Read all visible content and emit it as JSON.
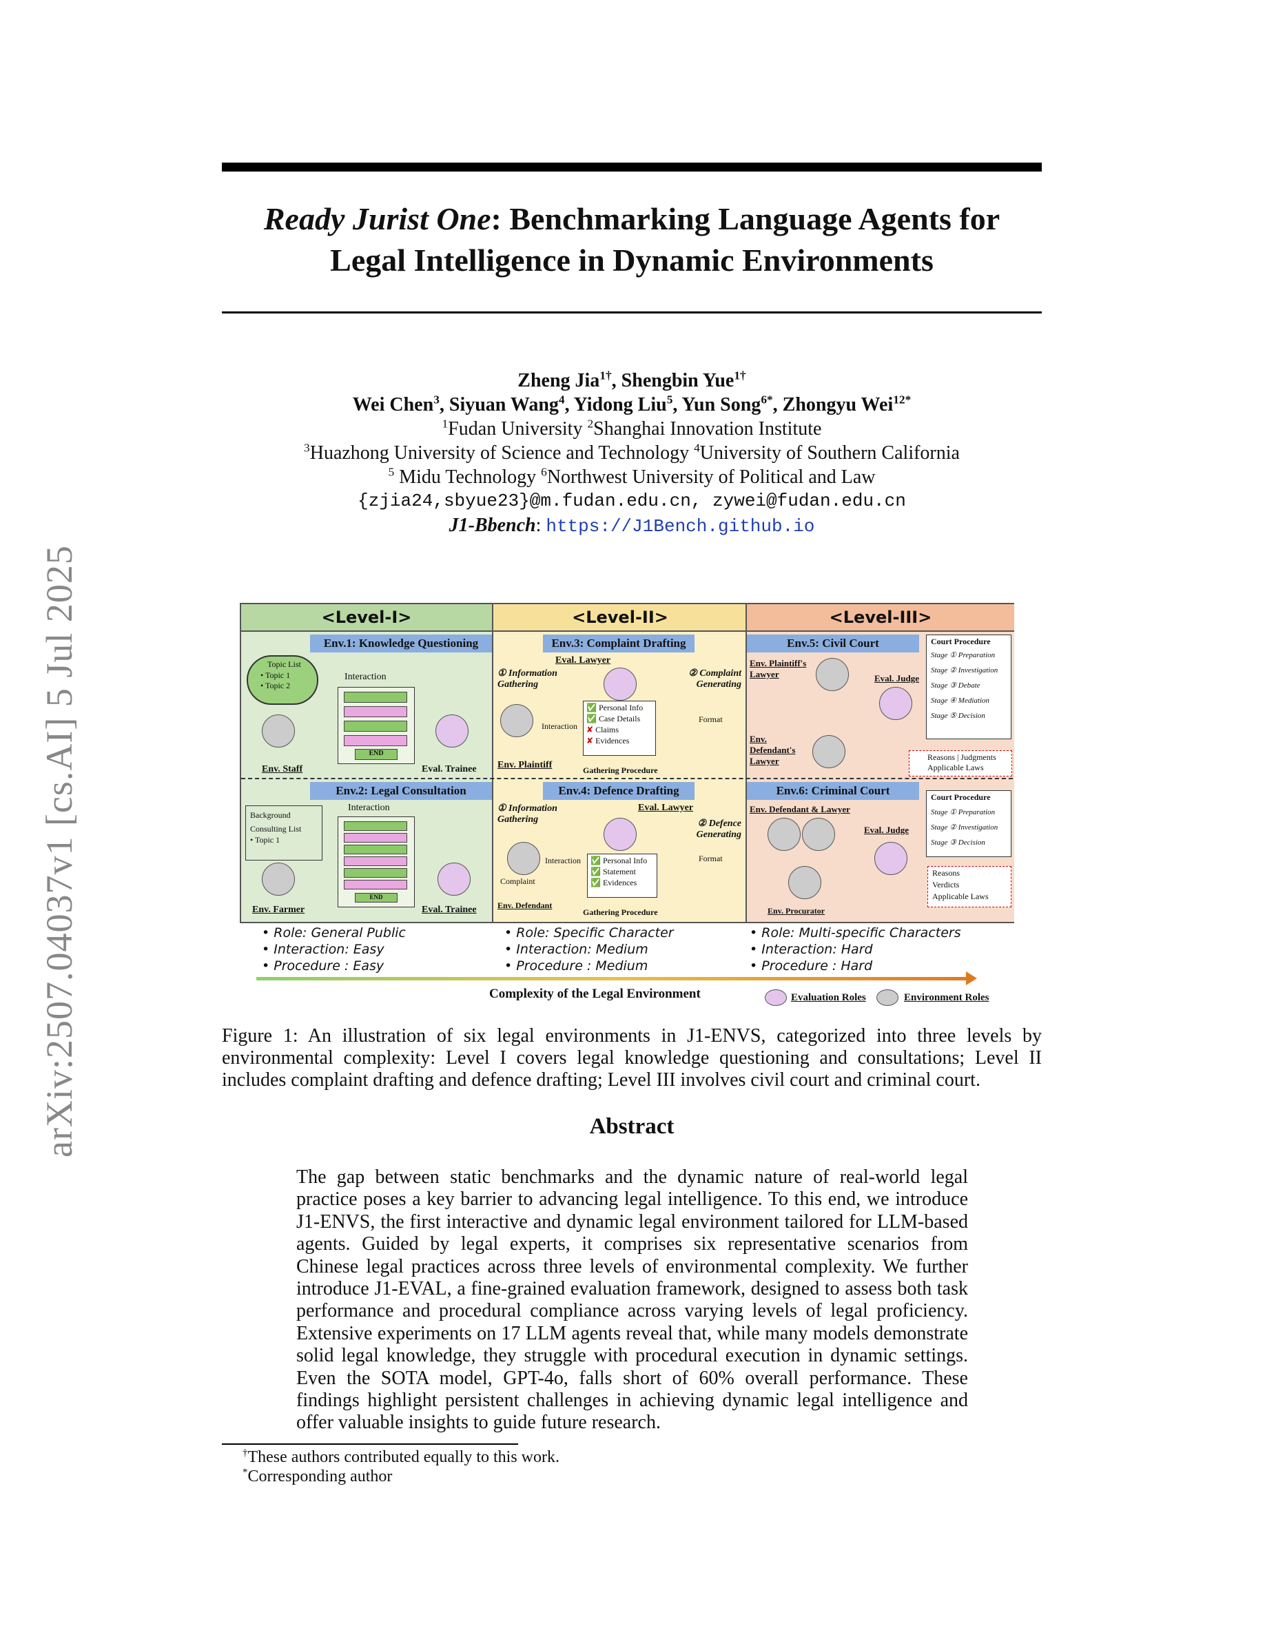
{
  "arxiv_stamp": "arXiv:2507.04037v1  [cs.AI]  5 Jul 2025",
  "title": {
    "italic": "Ready Jurist One",
    "rest1": ": Benchmarking Language Agents for",
    "line2": "Legal Intelligence in Dynamic Environments"
  },
  "authors": {
    "line1": [
      {
        "name": "Zheng Jia",
        "sup": "1†"
      },
      {
        "name": "Shengbin Yue",
        "sup": "1†"
      }
    ],
    "line2": [
      {
        "name": "Wei Chen",
        "sup": "3"
      },
      {
        "name": "Siyuan Wang",
        "sup": "4"
      },
      {
        "name": "Yidong Liu",
        "sup": "5"
      },
      {
        "name": "Yun Song",
        "sup": "6*"
      },
      {
        "name": "Zhongyu Wei",
        "sup": "12*"
      }
    ],
    "affil1": "Fudan University",
    "affil2": "Shanghai Innovation Institute",
    "affil3": "Huazhong University of Science and Technology",
    "affil4": "University of Southern California",
    "affil5": "Midu Technology",
    "affil6": "Northwest University of Political and Law",
    "emails": "{zjia24,sbyue23}@m.fudan.edu.cn, zywei@fudan.edu.cn",
    "bench_label": "J1-Bbench",
    "bench_url": "https://J1Bench.github.io"
  },
  "figure": {
    "levels": [
      "<Level-I>",
      "<Level-II>",
      "<Level-III>"
    ],
    "envs": [
      "Env.1: Knowledge Questioning",
      "Env.2: Legal Consultation",
      "Env.3: Complaint Drafting",
      "Env.4: Defence Drafting",
      "Env.5: Civil Court",
      "Env.6: Criminal Court"
    ],
    "env1": {
      "topic_list": "Topic List",
      "topic1": "Topic 1",
      "topic2": "Topic 2",
      "interaction": "Interaction",
      "end": "END",
      "staff": "Env. Staff",
      "trainee": "Eval. Trainee"
    },
    "env2": {
      "background": "Background",
      "consulting": "Consulting  List",
      "topic1": "Topic 1",
      "interaction": "Interaction",
      "end": "END",
      "farmer": "Env. Farmer",
      "trainee": "Eval. Trainee"
    },
    "env3": {
      "lawyer": "Eval. Lawyer",
      "info": "① Information Gathering",
      "complaint": "② Complaint Generating",
      "items": [
        "Personal Info",
        "Case Details",
        "Claims",
        "Evidences"
      ],
      "format": "Format",
      "interaction": "Interaction",
      "plaintiff": "Env. Plaintiff",
      "procedure": "Gathering Procedure"
    },
    "env4": {
      "lawyer": "Eval. Lawyer",
      "info": "① Information Gathering",
      "defence": "② Defence Generating",
      "items": [
        "Personal Info",
        "Statement",
        "Evidences"
      ],
      "complaint": "Complaint",
      "format": "Format",
      "interaction": "Interaction",
      "defendant": "Env. Defendant",
      "procedure": "Gathering Procedure"
    },
    "env5": {
      "plaintiff_lawyer": "Env. Plaintiff's Lawyer",
      "defendant_lawyer": "Env. Defendant's Lawyer",
      "judge": "Eval. Judge",
      "court_procedure": "Court Procedure",
      "stages": [
        "Stage ① Preparation",
        "Stage ② Investigation",
        "Stage ③ Debate",
        "Stage ④ Mediation",
        "Stage ⑤ Decision"
      ],
      "outputs": "Reasons | Judgments Applicable Laws"
    },
    "env6": {
      "defendant_lawyer": "Env. Defendant & Lawyer",
      "judge": "Eval. Judge",
      "procurator": "Env. Procurator",
      "court_procedure": "Court Procedure",
      "stages": [
        "Stage ① Preparation",
        "Stage ② Investigation",
        "Stage ③ Decision"
      ],
      "outputs": [
        "Reasons",
        "Verdicts",
        "Applicable Laws"
      ]
    },
    "bullets": [
      [
        "Role: General Public",
        "Interaction: Easy",
        "Procedure : Easy"
      ],
      [
        "Role: Specific Character",
        "Interaction: Medium",
        "Procedure : Medium"
      ],
      [
        "Role: Multi-specific Characters",
        "Interaction: Hard",
        "Procedure : Hard"
      ]
    ],
    "axis_label": "Complexity of the Legal Environment",
    "legend_eval": "Evaluation Roles",
    "legend_env": "Environment Roles"
  },
  "caption": "Figure 1: An illustration of six legal environments in J1-ENVS, categorized into three levels by environmental complexity: Level I covers legal knowledge questioning and consultations; Level II includes complaint drafting and defence drafting; Level III involves civil court and criminal court.",
  "abstract_title": "Abstract",
  "abstract": "The gap between static benchmarks and the dynamic nature of real-world legal practice poses a key barrier to advancing legal intelligence. To this end, we introduce J1-ENVS, the first interactive and dynamic legal environment tailored for LLM-based agents. Guided by legal experts, it comprises six representative scenarios from Chinese legal practices across three levels of environmental complexity. We further introduce J1-EVAL, a fine-grained evaluation framework, designed to assess both task performance and procedural compliance across varying levels of legal proficiency. Extensive experiments on 17 LLM agents reveal that, while many models demonstrate solid legal knowledge, they struggle with procedural execution in dynamic settings. Even the SOTA model, GPT-4o, falls short of 60% overall performance. These findings highlight persistent challenges in achieving dynamic legal intelligence and offer valuable insights to guide future research.",
  "footnotes": [
    "These authors contributed equally to this work.",
    "Corresponding author"
  ]
}
